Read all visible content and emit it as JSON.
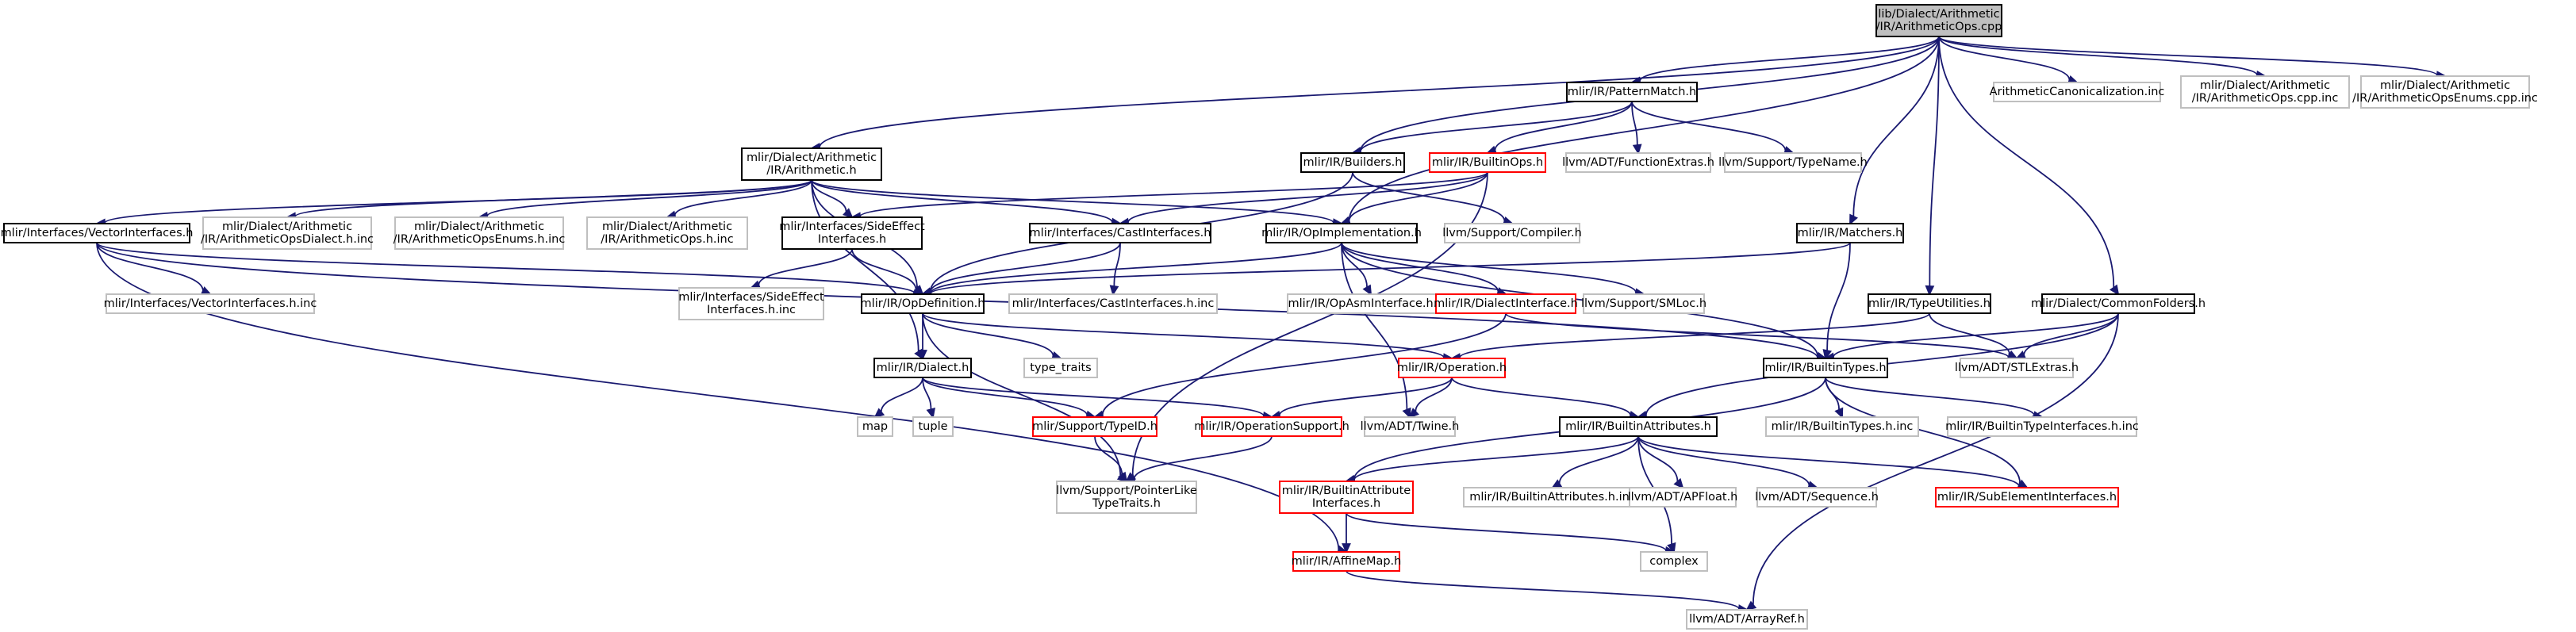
{
  "colors": {
    "edge": "#191970",
    "edge_arrow": "#191970",
    "box_solid": "#000000",
    "box_unexpanded": "#bfbfbf",
    "box_truncated": "#ff0000",
    "box_root_fill": "#bfbfbf",
    "box_fill": "#ffffff",
    "text": "#000000"
  },
  "nodes": {
    "root": {
      "lines": [
        "lib/Dialect/Arithmetic",
        "/IR/ArithmeticOps.cpp"
      ],
      "kind": "root"
    },
    "patternmatch": {
      "lines": [
        "mlir/IR/PatternMatch.h"
      ],
      "kind": "solid"
    },
    "arithcanon": {
      "lines": [
        "ArithmeticCanonicalization.inc"
      ],
      "kind": "gray"
    },
    "arithopscppinc": {
      "lines": [
        "mlir/Dialect/Arithmetic",
        "/IR/ArithmeticOps.cpp.inc"
      ],
      "kind": "gray"
    },
    "arithopsenumscppinc": {
      "lines": [
        "mlir/Dialect/Arithmetic",
        "/IR/ArithmeticOpsEnums.cpp.inc"
      ],
      "kind": "gray"
    },
    "arithh": {
      "lines": [
        "mlir/Dialect/Arithmetic",
        "/IR/Arithmetic.h"
      ],
      "kind": "solid"
    },
    "builders": {
      "lines": [
        "mlir/IR/Builders.h"
      ],
      "kind": "solid"
    },
    "builtinops": {
      "lines": [
        "mlir/IR/BuiltinOps.h"
      ],
      "kind": "red"
    },
    "functionextras": {
      "lines": [
        "llvm/ADT/FunctionExtras.h"
      ],
      "kind": "gray"
    },
    "typename": {
      "lines": [
        "llvm/Support/TypeName.h"
      ],
      "kind": "gray"
    },
    "vectorinterfaces": {
      "lines": [
        "mlir/Interfaces/VectorInterfaces.h"
      ],
      "kind": "solid"
    },
    "arithdialectinc": {
      "lines": [
        "mlir/Dialect/Arithmetic",
        "/IR/ArithmeticOpsDialect.h.inc"
      ],
      "kind": "gray"
    },
    "arithenumsinc": {
      "lines": [
        "mlir/Dialect/Arithmetic",
        "/IR/ArithmeticOpsEnums.h.inc"
      ],
      "kind": "gray"
    },
    "arithopshinc": {
      "lines": [
        "mlir/Dialect/Arithmetic",
        "/IR/ArithmeticOps.h.inc"
      ],
      "kind": "gray"
    },
    "sideeffect": {
      "lines": [
        "mlir/Interfaces/SideEffect",
        "Interfaces.h"
      ],
      "kind": "solid"
    },
    "castinterfaces": {
      "lines": [
        "mlir/Interfaces/CastInterfaces.h"
      ],
      "kind": "solid"
    },
    "opimplementation": {
      "lines": [
        "mlir/IR/OpImplementation.h"
      ],
      "kind": "solid"
    },
    "compiler": {
      "lines": [
        "llvm/Support/Compiler.h"
      ],
      "kind": "gray"
    },
    "matchers": {
      "lines": [
        "mlir/IR/Matchers.h"
      ],
      "kind": "solid"
    },
    "vectorinterfacesinc": {
      "lines": [
        "mlir/Interfaces/VectorInterfaces.h.inc"
      ],
      "kind": "gray"
    },
    "sideeffectinc": {
      "lines": [
        "mlir/Interfaces/SideEffect",
        "Interfaces.h.inc"
      ],
      "kind": "gray"
    },
    "opdefinition": {
      "lines": [
        "mlir/IR/OpDefinition.h"
      ],
      "kind": "solid"
    },
    "castinterfacesinc": {
      "lines": [
        "mlir/Interfaces/CastInterfaces.h.inc"
      ],
      "kind": "gray"
    },
    "opasminterface": {
      "lines": [
        "mlir/IR/OpAsmInterface.h.inc"
      ],
      "kind": "gray"
    },
    "dialectinterface": {
      "lines": [
        "mlir/IR/DialectInterface.h"
      ],
      "kind": "red"
    },
    "smloc": {
      "lines": [
        "llvm/Support/SMLoc.h"
      ],
      "kind": "gray"
    },
    "typeutilities": {
      "lines": [
        "mlir/IR/TypeUtilities.h"
      ],
      "kind": "solid"
    },
    "commonfolders": {
      "lines": [
        "mlir/Dialect/CommonFolders.h"
      ],
      "kind": "solid"
    },
    "typetraits": {
      "lines": [
        "type_traits"
      ],
      "kind": "gray"
    },
    "dialect": {
      "lines": [
        "mlir/IR/Dialect.h"
      ],
      "kind": "solid"
    },
    "operation": {
      "lines": [
        "mlir/IR/Operation.h"
      ],
      "kind": "red"
    },
    "builtintypes": {
      "lines": [
        "mlir/IR/BuiltinTypes.h"
      ],
      "kind": "solid"
    },
    "stlextras": {
      "lines": [
        "llvm/ADT/STLExtras.h"
      ],
      "kind": "gray"
    },
    "map": {
      "lines": [
        "map"
      ],
      "kind": "gray"
    },
    "tuple": {
      "lines": [
        "tuple"
      ],
      "kind": "gray"
    },
    "typeid": {
      "lines": [
        "mlir/Support/TypeID.h"
      ],
      "kind": "red"
    },
    "operationsupport": {
      "lines": [
        "mlir/IR/OperationSupport.h"
      ],
      "kind": "red"
    },
    "twine": {
      "lines": [
        "llvm/ADT/Twine.h"
      ],
      "kind": "gray"
    },
    "builtinattributes": {
      "lines": [
        "mlir/IR/BuiltinAttributes.h"
      ],
      "kind": "solid"
    },
    "builtintypesinc": {
      "lines": [
        "mlir/IR/BuiltinTypes.h.inc"
      ],
      "kind": "gray"
    },
    "builtintypeinterfacesinc": {
      "lines": [
        "mlir/IR/BuiltinTypeInterfaces.h.inc"
      ],
      "kind": "gray"
    },
    "pointerliketypetraits": {
      "lines": [
        "llvm/Support/PointerLike",
        "TypeTraits.h"
      ],
      "kind": "gray"
    },
    "builtinattrinterfaces": {
      "lines": [
        "mlir/IR/BuiltinAttribute",
        "Interfaces.h"
      ],
      "kind": "red"
    },
    "builtinattributesinc": {
      "lines": [
        "mlir/IR/BuiltinAttributes.h.inc"
      ],
      "kind": "gray"
    },
    "apfloat": {
      "lines": [
        "llvm/ADT/APFloat.h"
      ],
      "kind": "gray"
    },
    "sequence": {
      "lines": [
        "llvm/ADT/Sequence.h"
      ],
      "kind": "gray"
    },
    "subelementinterfaces": {
      "lines": [
        "mlir/IR/SubElementInterfaces.h"
      ],
      "kind": "red"
    },
    "affinemap": {
      "lines": [
        "mlir/IR/AffineMap.h"
      ],
      "kind": "red"
    },
    "complex": {
      "lines": [
        "complex"
      ],
      "kind": "gray"
    },
    "arrayref": {
      "lines": [
        "llvm/ADT/ArrayRef.h"
      ],
      "kind": "gray"
    }
  },
  "edges": [
    [
      "root",
      "patternmatch"
    ],
    [
      "root",
      "arithcanon"
    ],
    [
      "root",
      "arithopscppinc"
    ],
    [
      "root",
      "arithopsenumscppinc"
    ],
    [
      "root",
      "arithh"
    ],
    [
      "root",
      "builders"
    ],
    [
      "root",
      "opimplementation"
    ],
    [
      "root",
      "matchers"
    ],
    [
      "root",
      "typeutilities"
    ],
    [
      "root",
      "commonfolders"
    ],
    [
      "patternmatch",
      "builders"
    ],
    [
      "patternmatch",
      "builtinops"
    ],
    [
      "patternmatch",
      "functionextras"
    ],
    [
      "patternmatch",
      "typename"
    ],
    [
      "arithh",
      "vectorinterfaces"
    ],
    [
      "arithh",
      "arithdialectinc"
    ],
    [
      "arithh",
      "arithenumsinc"
    ],
    [
      "arithh",
      "arithopshinc"
    ],
    [
      "arithh",
      "sideeffect"
    ],
    [
      "arithh",
      "castinterfaces"
    ],
    [
      "arithh",
      "opimplementation"
    ],
    [
      "arithh",
      "opdefinition"
    ],
    [
      "arithh",
      "dialect"
    ],
    [
      "builders",
      "opdefinition"
    ],
    [
      "builders",
      "compiler"
    ],
    [
      "builtinops",
      "sideeffect"
    ],
    [
      "builtinops",
      "castinterfaces"
    ],
    [
      "builtinops",
      "opimplementation"
    ],
    [
      "builtinops",
      "pointerliketypetraits"
    ],
    [
      "vectorinterfaces",
      "vectorinterfacesinc"
    ],
    [
      "vectorinterfaces",
      "opdefinition"
    ],
    [
      "vectorinterfaces",
      "builtintypes"
    ],
    [
      "vectorinterfaces",
      "affinemap"
    ],
    [
      "sideeffect",
      "sideeffectinc"
    ],
    [
      "sideeffect",
      "opdefinition"
    ],
    [
      "castinterfaces",
      "opdefinition"
    ],
    [
      "castinterfaces",
      "castinterfacesinc"
    ],
    [
      "opimplementation",
      "opdefinition"
    ],
    [
      "opimplementation",
      "opasminterface"
    ],
    [
      "opimplementation",
      "dialectinterface"
    ],
    [
      "opimplementation",
      "smloc"
    ],
    [
      "opimplementation",
      "builtintypes"
    ],
    [
      "opimplementation",
      "twine"
    ],
    [
      "matchers",
      "opdefinition"
    ],
    [
      "matchers",
      "builtintypes"
    ],
    [
      "opdefinition",
      "typetraits"
    ],
    [
      "opdefinition",
      "dialect"
    ],
    [
      "opdefinition",
      "operation"
    ],
    [
      "opdefinition",
      "pointerliketypetraits"
    ],
    [
      "dialectinterface",
      "typeid"
    ],
    [
      "dialectinterface",
      "stlextras"
    ],
    [
      "typeutilities",
      "operation"
    ],
    [
      "typeutilities",
      "stlextras"
    ],
    [
      "commonfolders",
      "builtintypes"
    ],
    [
      "commonfolders",
      "stlextras"
    ],
    [
      "commonfolders",
      "builtinattributes"
    ],
    [
      "commonfolders",
      "arrayref"
    ],
    [
      "dialect",
      "map"
    ],
    [
      "dialect",
      "tuple"
    ],
    [
      "dialect",
      "typeid"
    ],
    [
      "dialect",
      "operationsupport"
    ],
    [
      "operation",
      "operationsupport"
    ],
    [
      "operation",
      "twine"
    ],
    [
      "operation",
      "builtinattributes"
    ],
    [
      "builtintypes",
      "builtintypesinc"
    ],
    [
      "builtintypes",
      "builtintypeinterfacesinc"
    ],
    [
      "builtintypes",
      "builtinattrinterfaces"
    ],
    [
      "builtintypes",
      "subelementinterfaces"
    ],
    [
      "typeid",
      "pointerliketypetraits"
    ],
    [
      "operationsupport",
      "pointerliketypetraits"
    ],
    [
      "builtinattributes",
      "builtinattrinterfaces"
    ],
    [
      "builtinattributes",
      "builtinattributesinc"
    ],
    [
      "builtinattributes",
      "apfloat"
    ],
    [
      "builtinattributes",
      "sequence"
    ],
    [
      "builtinattributes",
      "subelementinterfaces"
    ],
    [
      "builtinattributes",
      "complex"
    ],
    [
      "builtinattrinterfaces",
      "affinemap"
    ],
    [
      "builtinattrinterfaces",
      "complex"
    ],
    [
      "affinemap",
      "arrayref"
    ]
  ]
}
